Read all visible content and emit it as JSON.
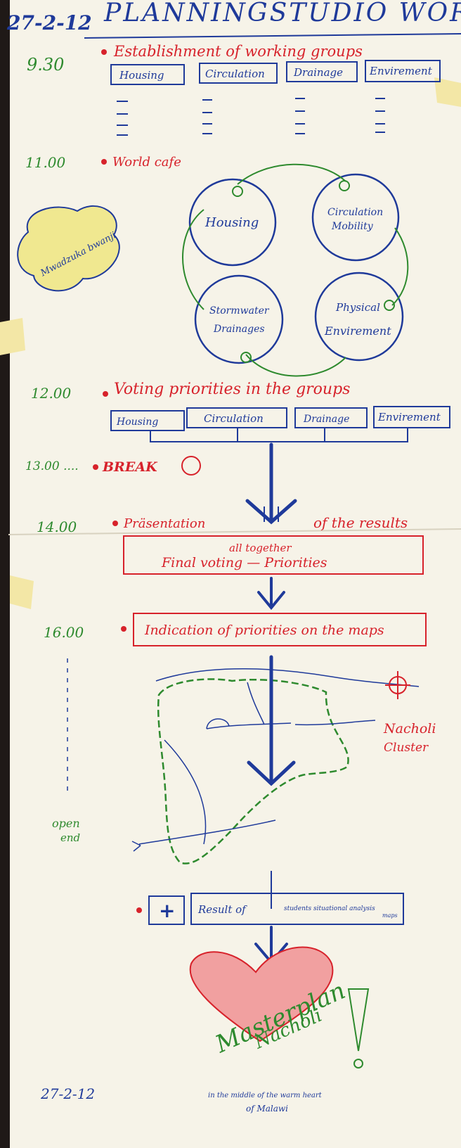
{
  "header": {
    "date": "27-2-12",
    "title": "PLANNINGSTUDIO  WORKSHOP"
  },
  "schedule": {
    "t1": {
      "time": "9.30",
      "title": "Establishment of working groups",
      "groups": [
        "Housing",
        "Circulation",
        "Drainage",
        "Envirement"
      ]
    },
    "t2": {
      "time": "11.00",
      "title": "World cafe"
    },
    "cafe": {
      "housing": "Housing",
      "circulation_1": "Circulation",
      "circulation_2": "Mobility",
      "storm_1": "Stormwater",
      "storm_2": "Drainages",
      "physical_1": "Physical",
      "physical_2": "Envirement",
      "badge": "Mwadzuka bwanji"
    },
    "t3": {
      "time": "12.00",
      "title": "Voting priorities in the groups",
      "groups": [
        "Housing",
        "Circulation",
        "Drainage",
        "Envirement"
      ]
    },
    "t4": {
      "time": "13.00 ....",
      "title": "BREAK"
    },
    "t5": {
      "time": "14.00",
      "title": "Präsentation",
      "title_b": "of the results",
      "box_top": "all together",
      "box_main": "Final voting — Priorities"
    },
    "t6": {
      "time": "16.00",
      "title": "Indication of priorities on the maps"
    },
    "map": {
      "label_1": "Nacholi",
      "label_2": "Cluster",
      "open_1": "open",
      "open_2": "end"
    },
    "result": {
      "plus": "+",
      "result": "Result of",
      "students": "students situational analysis",
      "maps": "maps"
    },
    "heart": {
      "line_1": "Masterplan",
      "line_2": "Nacholi"
    },
    "footer": {
      "date": "27-2-12",
      "caption_1": "in the middle of the warm heart",
      "caption_2": "of Malawi"
    }
  },
  "colors": {
    "paper": "#f6f3e8",
    "blue": "#1f3a9a",
    "red": "#d7222b",
    "green": "#2e8a2e",
    "darkgreen": "#3a7a3a",
    "tape": "#f3e7a6",
    "heart": "#f1a0a0"
  }
}
